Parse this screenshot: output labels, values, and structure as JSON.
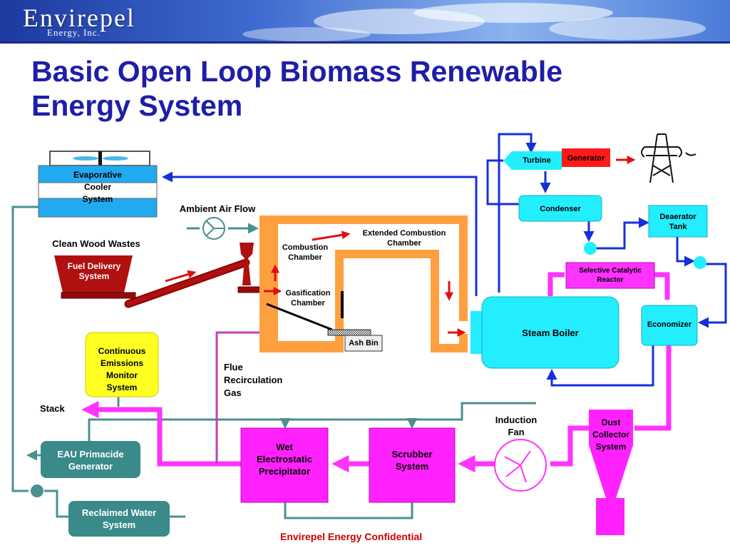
{
  "header": {
    "logo": "Envirepel",
    "logo_sub": "Energy, Inc."
  },
  "title": {
    "line1": "Basic Open Loop Biomass Renewable",
    "line2": "Energy System"
  },
  "labels": {
    "evaporative_cooler": [
      "Evaporative",
      "Cooler",
      "System"
    ],
    "ambient_air_flow": "Ambient Air Flow",
    "clean_wood_wastes": "Clean Wood Wastes",
    "fuel_delivery": [
      "Fuel Delivery",
      "System"
    ],
    "combustion_chamber": [
      "Combustion",
      "Chamber"
    ],
    "extended_combustion": [
      "Extended Combustion",
      "Chamber"
    ],
    "gasification_chamber": [
      "Gasification",
      "Chamber"
    ],
    "ash_bin": "Ash Bin",
    "turbine": "Turbine",
    "generator": "Generator",
    "condenser": "Condenser",
    "deaerator": [
      "Deaerator",
      "Tank"
    ],
    "scr": [
      "Selective Catalytic",
      "Reactor"
    ],
    "economizer": "Economizer",
    "steam_boiler": "Steam Boiler",
    "cems": [
      "Continuous",
      "Emissions",
      "Monitor",
      "System"
    ],
    "flue_recirc": [
      "Flue",
      "Recirculation",
      "Gas"
    ],
    "stack": "Stack",
    "induction_fan": [
      "Induction",
      "Fan"
    ],
    "dust_collector": [
      "Dust",
      "Collector",
      "System"
    ],
    "wet_esp": [
      "Wet",
      "Electrostatic",
      "Precipitator"
    ],
    "scrubber": [
      "Scrubber",
      "System"
    ],
    "eau": [
      "EAU Primacide",
      "Generator"
    ],
    "reclaimed_water": [
      "Reclaimed Water",
      "System"
    ]
  },
  "footer": "Envirepel Energy Confidential",
  "colors": {
    "title": "#1e1ea8",
    "water_line": "#1530d8",
    "teal_line": "#4a9090",
    "flue": "#ff33ff",
    "chamber": "#ffa040",
    "cyan": "#22eeff",
    "feed": "#b01010",
    "arrow": "#e01010"
  }
}
